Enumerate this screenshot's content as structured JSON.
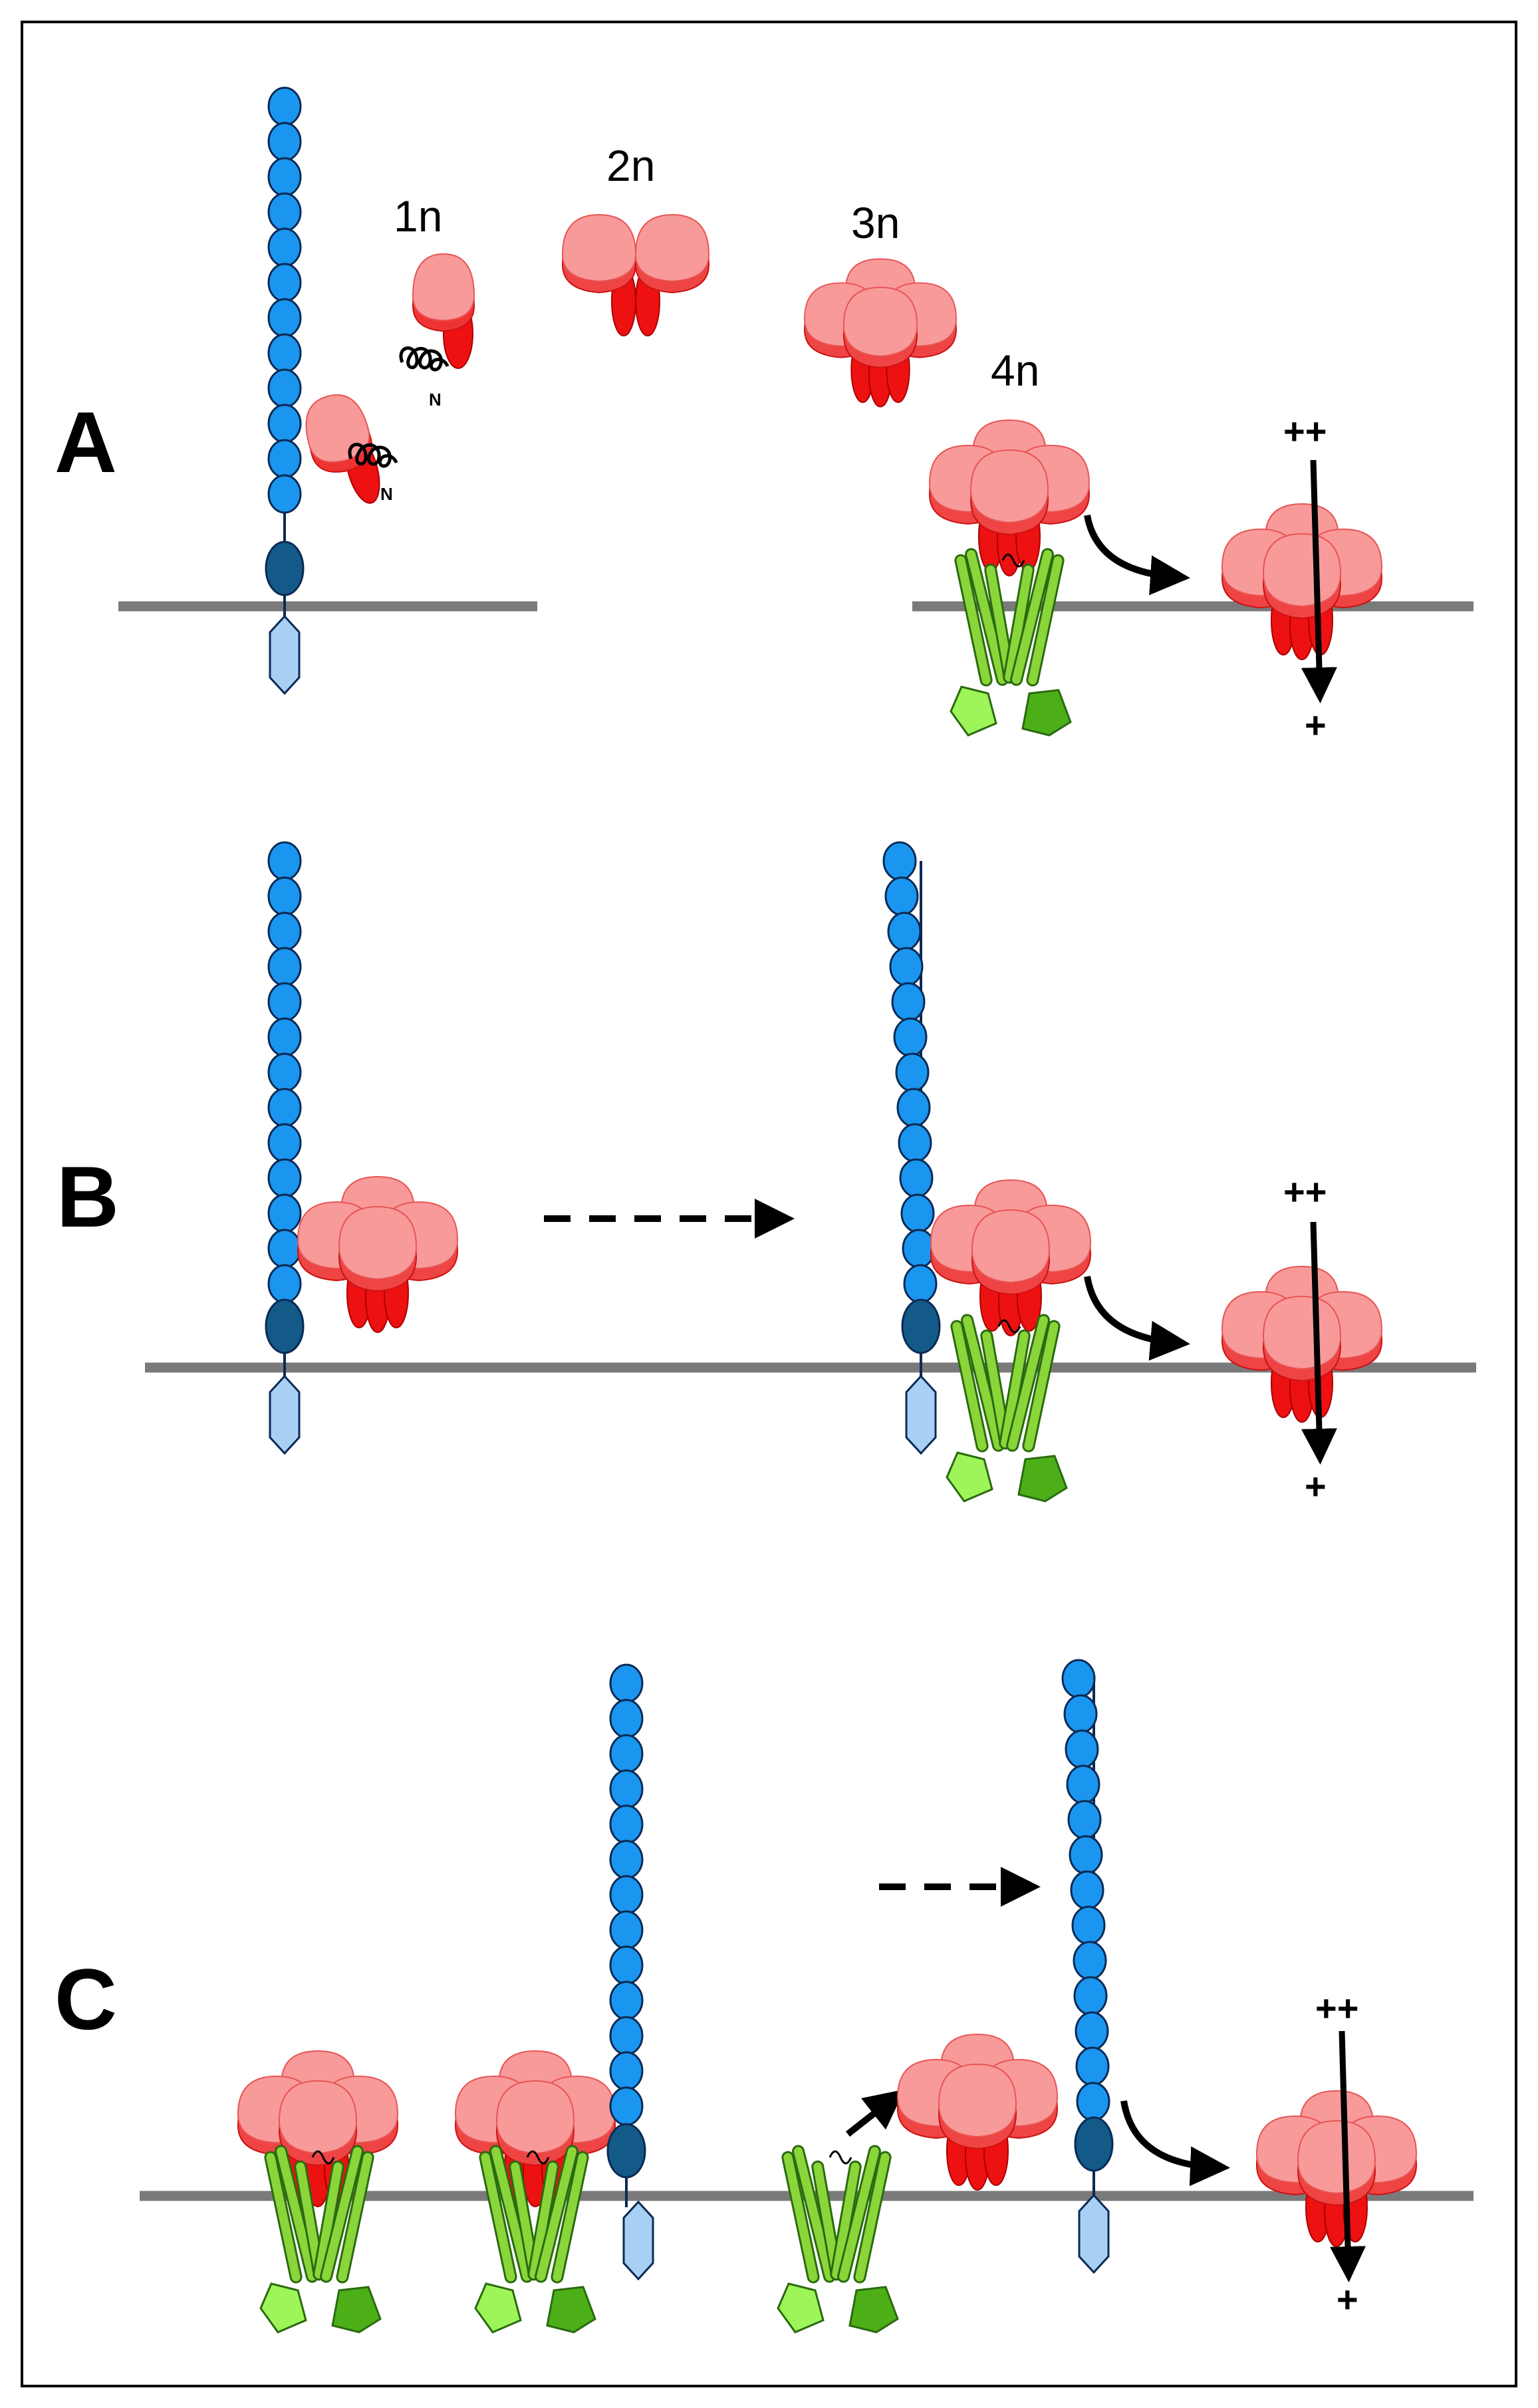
{
  "panels": {
    "a": {
      "label": "A"
    },
    "b": {
      "label": "B"
    },
    "c": {
      "label": "C"
    }
  },
  "oligomers": {
    "monomer": "1n",
    "dimer": "2n",
    "trimer": "3n",
    "tetramer": "4n"
  },
  "n_terminus": "N",
  "charges": {
    "extracellular": "++",
    "intracellular": "+"
  },
  "colors": {
    "bead": "#1a96f0",
    "bead_anchor": "#145a88",
    "gpi": "#a8d0f5",
    "subunit_light": "#f99a9a",
    "subunit_dark": "#ee1111",
    "helix_green": "#8ad63a",
    "pentagon_light": "#9ef55a",
    "pentagon_dark": "#4caf18",
    "membrane": "#7a7a7a"
  },
  "icons": [
    "bead-chain",
    "gpi-anchor",
    "red-oligomer",
    "green-receptor",
    "curved-arrow",
    "dashed-arrow",
    "pore-arrow"
  ]
}
